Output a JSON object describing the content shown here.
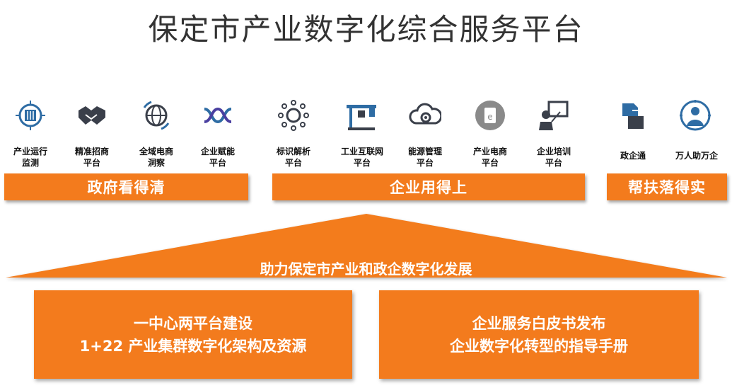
{
  "title": "保定市产业数字化综合服务平台",
  "colors": {
    "accent": "#f37b1d",
    "icon_blue": "#2e6ca4",
    "icon_dark": "#3a3f4a"
  },
  "groups": [
    {
      "label": "政府看得清"
    },
    {
      "label": "企业用得上"
    },
    {
      "label": "帮扶落得实"
    }
  ],
  "icons": [
    {
      "icon": "circuit-chip-icon",
      "label": "产业运行\n监测"
    },
    {
      "icon": "handshake-icon",
      "label": "精准招商\n平台"
    },
    {
      "icon": "globe-icon",
      "label": "全域电商\n洞察"
    },
    {
      "icon": "dna-icon",
      "label": "企业赋能\n平台"
    },
    {
      "icon": "network-hub-icon",
      "label": "标识解析\n平台"
    },
    {
      "icon": "factory-crane-icon",
      "label": "工业互联网\n平台"
    },
    {
      "icon": "cloud-gear-icon",
      "label": "能源管理\n平台"
    },
    {
      "icon": "shopping-tag-icon",
      "label": "产业电商\n平台"
    },
    {
      "icon": "trainer-board-icon",
      "label": "企业培训\n平台"
    },
    {
      "icon": "exchange-icon",
      "label": "政企通"
    },
    {
      "icon": "people-globe-icon",
      "label": "万人助万企"
    }
  ],
  "banner": "助力保定市产业和政企数字化发展",
  "boxes": [
    {
      "line1": "一中心两平台建设",
      "line2": "1+22 产业集群数字化架构及资源"
    },
    {
      "line1": "企业服务白皮书发布",
      "line2": "企业数字化转型的指导手册"
    }
  ]
}
